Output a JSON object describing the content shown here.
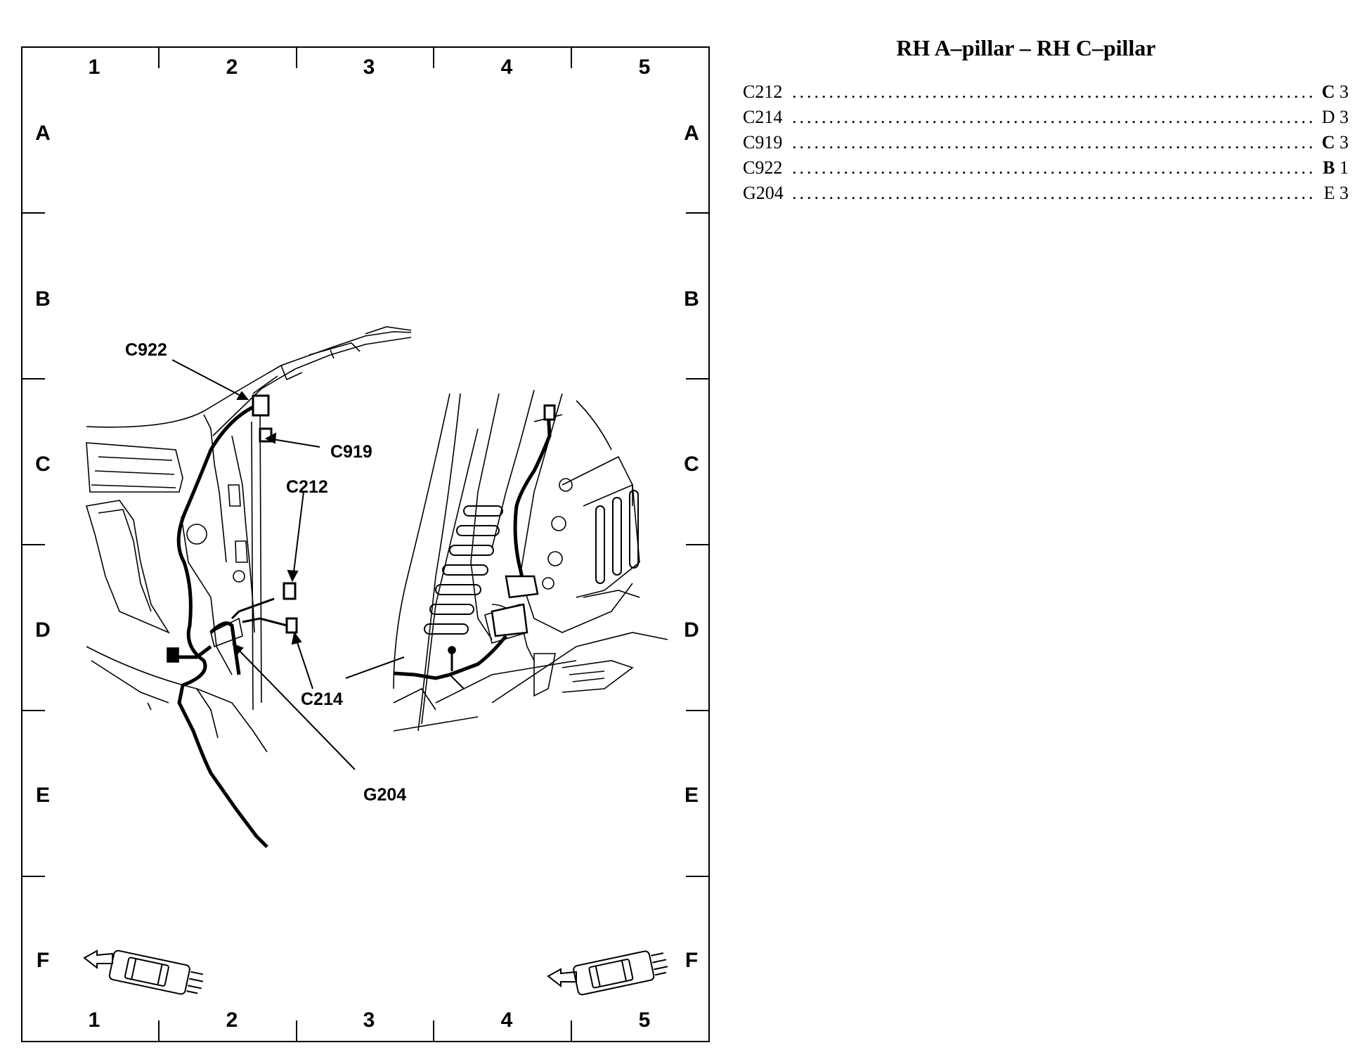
{
  "page_title": "RH A–pillar – RH C–pillar",
  "grid": {
    "columns": [
      "1",
      "2",
      "3",
      "4",
      "5"
    ],
    "rows": [
      "A",
      "B",
      "C",
      "D",
      "E",
      "F"
    ]
  },
  "callouts": {
    "c922": "C922",
    "c919": "C919",
    "c212": "C212",
    "c214": "C214",
    "g204": "G204"
  },
  "index": [
    {
      "name": "C212",
      "row": "C",
      "col": "3"
    },
    {
      "name": "C214",
      "row": "D",
      "col": "3"
    },
    {
      "name": "C919",
      "row": "C",
      "col": "3"
    },
    {
      "name": "C922",
      "row": "B",
      "col": "1"
    },
    {
      "name": "G204",
      "row": "E",
      "col": "3"
    }
  ],
  "dot_leader": "................................................................................................................................................................",
  "icons": [
    "vehicle-front-left-icon",
    "vehicle-front-left-icon-right"
  ]
}
